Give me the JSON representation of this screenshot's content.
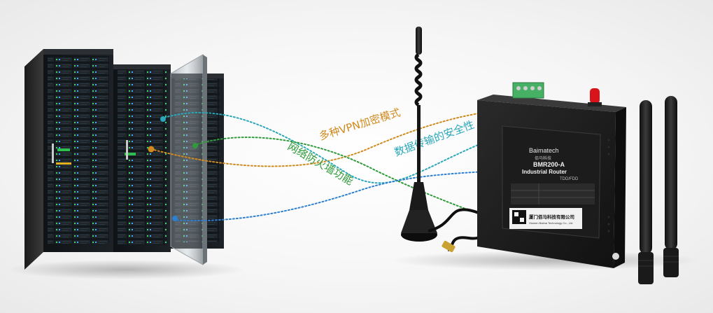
{
  "labels": {
    "vpn": "多种VPN加密模式",
    "security": "数据传输的安全性",
    "firewall": "网络防火墙功能"
  },
  "router": {
    "brand": "Baimatech",
    "brand_cn": "佰马科技",
    "model": "BMR200-A",
    "type": "Industrial Router",
    "mode": "TDD/FDD",
    "company_cn": "厦门佰马科技有限公司",
    "company_en": "Xiamen Baima Technology Co., Ltd"
  },
  "colors": {
    "vpn": "#d08a1e",
    "security": "#2aa7b8",
    "firewall": "#2f9a3a",
    "blue_line": "#2e7fd0"
  }
}
